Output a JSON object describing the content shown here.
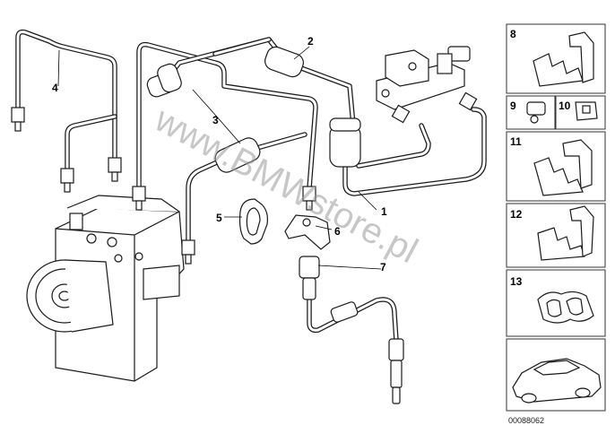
{
  "diagram": {
    "callouts": [
      "1",
      "2",
      "3",
      "4",
      "5",
      "6",
      "7"
    ],
    "side_panels": [
      "8",
      "9",
      "10",
      "11",
      "12",
      "13"
    ],
    "watermark": "www.BMWstore.pl",
    "drawing_number": "00088062"
  }
}
